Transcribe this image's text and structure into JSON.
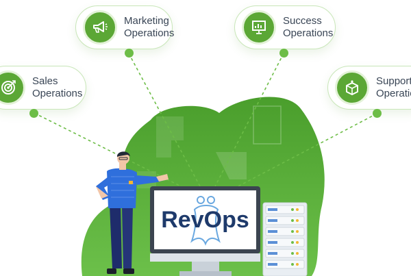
{
  "nodes": [
    {
      "id": "sales",
      "line1": "Sales",
      "line2": "Operations",
      "icon": "target-icon"
    },
    {
      "id": "marketing",
      "line1": "Marketing",
      "line2": "Operations",
      "icon": "megaphone-icon"
    },
    {
      "id": "success",
      "line1": "Success",
      "line2": "Operations",
      "icon": "chart-board-icon"
    },
    {
      "id": "support",
      "line1": "Support",
      "line2": "Operations",
      "icon": "gift-box-icon"
    }
  ],
  "monitor": {
    "logo_text": "RevOps"
  },
  "colors": {
    "accent": "#5ba735",
    "blob": "#4fa630",
    "pill_border": "#c8e6b8",
    "text": "#394555",
    "logo": "#1e3a6b",
    "screen_border": "#3b4450"
  }
}
